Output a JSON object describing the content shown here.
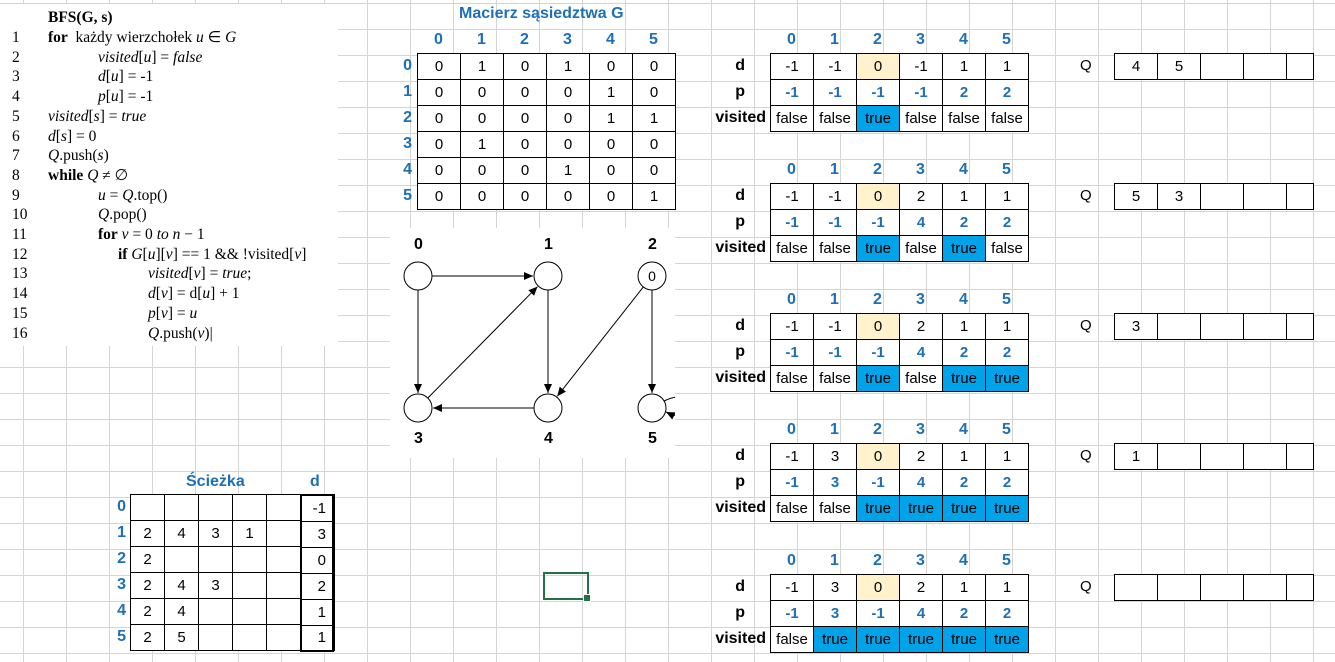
{
  "pseudocode": {
    "title": "BFS(G, s)",
    "lines": [
      {
        "num": "1",
        "indent": 0,
        "html": "<b>for</b>&nbsp; każdy wierzchołek <i>u</i> ∈ <i>G</i>"
      },
      {
        "num": "2",
        "indent": 1,
        "html": "<i>visited</i>[<i>u</i>] = <i>false</i>"
      },
      {
        "num": "3",
        "indent": 1,
        "html": "<i>d</i>[<i>u</i>] = -1"
      },
      {
        "num": "4",
        "indent": 1,
        "html": "<i>p</i>[<i>u</i>] = -1"
      },
      {
        "num": "5",
        "indent": 0,
        "html": "<i>visited</i>[<i>s</i>] = <i>true</i>"
      },
      {
        "num": "6",
        "indent": 0,
        "html": "<i>d</i>[<i>s</i>] = 0"
      },
      {
        "num": "7",
        "indent": 0,
        "html": "<i>Q</i>.push(<i>s</i>)"
      },
      {
        "num": "8",
        "indent": 0,
        "html": "<b>while</b> <i>Q</i> ≠ ∅"
      },
      {
        "num": "9",
        "indent": 1,
        "html": "<i>u</i> = <i>Q</i>.top()"
      },
      {
        "num": "10",
        "indent": 1,
        "html": "<i>Q</i>.pop()"
      },
      {
        "num": "11",
        "indent": 1,
        "html": "<b>for</b> <i>v</i> = 0 <i>to n</i> − 1"
      },
      {
        "num": "12",
        "indent": 2,
        "html": "<b>if</b> <i>G</i>[<i>u</i>][<i>v</i>] == 1 &amp;&amp; !visited[<i>v</i>]"
      },
      {
        "num": "13",
        "indent": 3,
        "html": "<i>visited</i>[<i>v</i>] = <i>true</i>;"
      },
      {
        "num": "14",
        "indent": 3,
        "html": "<i>d</i>[<i>v</i>] = d[<i>u</i>] + 1"
      },
      {
        "num": "15",
        "indent": 3,
        "html": "<i>p</i>[<i>v</i>] = <i>u</i>"
      },
      {
        "num": "16",
        "indent": 3,
        "html": "<i>Q</i>.push(<i>v</i>)|"
      }
    ]
  },
  "adjacency": {
    "title": "Macierz sąsiedztwa G",
    "col_headers": [
      "0",
      "1",
      "2",
      "3",
      "4",
      "5"
    ],
    "row_headers": [
      "0",
      "1",
      "2",
      "3",
      "4",
      "5"
    ],
    "rows": [
      [
        "0",
        "1",
        "0",
        "1",
        "0",
        "0"
      ],
      [
        "0",
        "0",
        "0",
        "0",
        "1",
        "0"
      ],
      [
        "0",
        "0",
        "0",
        "0",
        "1",
        "1"
      ],
      [
        "0",
        "1",
        "0",
        "0",
        "0",
        "0"
      ],
      [
        "0",
        "0",
        "0",
        "1",
        "0",
        "0"
      ],
      [
        "0",
        "0",
        "0",
        "0",
        "0",
        "1"
      ]
    ]
  },
  "graph": {
    "node_labels": [
      "0",
      "1",
      "2",
      "3",
      "4",
      "5"
    ],
    "start_marker": "0"
  },
  "steps": [
    {
      "headers": [
        "0",
        "1",
        "2",
        "3",
        "4",
        "5"
      ],
      "label_d": "d",
      "label_p": "p",
      "label_visited": "visited",
      "d": [
        "-1",
        "-1",
        "0",
        "-1",
        "1",
        "1"
      ],
      "p": [
        "-1",
        "-1",
        "-1",
        "-1",
        "2",
        "2"
      ],
      "visited": [
        "false",
        "false",
        "true",
        "false",
        "false",
        "false"
      ],
      "queue_label": "Q",
      "queue": [
        "4",
        "5",
        "",
        "",
        "",
        ""
      ]
    },
    {
      "headers": [
        "0",
        "1",
        "2",
        "3",
        "4",
        "5"
      ],
      "label_d": "d",
      "label_p": "p",
      "label_visited": "visited",
      "d": [
        "-1",
        "-1",
        "0",
        "2",
        "1",
        "1"
      ],
      "p": [
        "-1",
        "-1",
        "-1",
        "4",
        "2",
        "2"
      ],
      "visited": [
        "false",
        "false",
        "true",
        "false",
        "true",
        "false"
      ],
      "queue_label": "Q",
      "queue": [
        "5",
        "3",
        "",
        "",
        "",
        ""
      ]
    },
    {
      "headers": [
        "0",
        "1",
        "2",
        "3",
        "4",
        "5"
      ],
      "label_d": "d",
      "label_p": "p",
      "label_visited": "visited",
      "d": [
        "-1",
        "-1",
        "0",
        "2",
        "1",
        "1"
      ],
      "p": [
        "-1",
        "-1",
        "-1",
        "4",
        "2",
        "2"
      ],
      "visited": [
        "false",
        "false",
        "true",
        "false",
        "true",
        "true"
      ],
      "queue_label": "Q",
      "queue": [
        "3",
        "",
        "",
        "",
        "",
        ""
      ]
    },
    {
      "headers": [
        "0",
        "1",
        "2",
        "3",
        "4",
        "5"
      ],
      "label_d": "d",
      "label_p": "p",
      "label_visited": "visited",
      "d": [
        "-1",
        "3",
        "0",
        "2",
        "1",
        "1"
      ],
      "p": [
        "-1",
        "3",
        "-1",
        "4",
        "2",
        "2"
      ],
      "visited": [
        "false",
        "false",
        "true",
        "true",
        "true",
        "true"
      ],
      "queue_label": "Q",
      "queue": [
        "1",
        "",
        "",
        "",
        "",
        ""
      ]
    },
    {
      "headers": [
        "0",
        "1",
        "2",
        "3",
        "4",
        "5"
      ],
      "label_d": "d",
      "label_p": "p",
      "label_visited": "visited",
      "d": [
        "-1",
        "3",
        "0",
        "2",
        "1",
        "1"
      ],
      "p": [
        "-1",
        "3",
        "-1",
        "4",
        "2",
        "2"
      ],
      "visited": [
        "false",
        "true",
        "true",
        "true",
        "true",
        "true"
      ],
      "queue_label": "Q",
      "queue": [
        "",
        "",
        "",
        "",
        "",
        ""
      ]
    }
  ],
  "path_table": {
    "title": "Ścieżka",
    "d_title": "d",
    "row_headers": [
      "0",
      "1",
      "2",
      "3",
      "4",
      "5"
    ],
    "rows": [
      [
        "",
        "",
        "",
        "",
        "",
        ""
      ],
      [
        "2",
        "4",
        "3",
        "1",
        "",
        ""
      ],
      [
        "2",
        "",
        "",
        "",
        "",
        ""
      ],
      [
        "2",
        "4",
        "3",
        "",
        "",
        ""
      ],
      [
        "2",
        "4",
        "",
        "",
        "",
        ""
      ],
      [
        "2",
        "5",
        "",
        "",
        "",
        ""
      ]
    ],
    "d": [
      "-1",
      "3",
      "0",
      "2",
      "1",
      "1"
    ]
  },
  "colors": {
    "accent_blue": "#1d6fb8",
    "visited_fill": "#00a2e8",
    "start_fill": "#fff2cc",
    "selection": "#217346"
  }
}
